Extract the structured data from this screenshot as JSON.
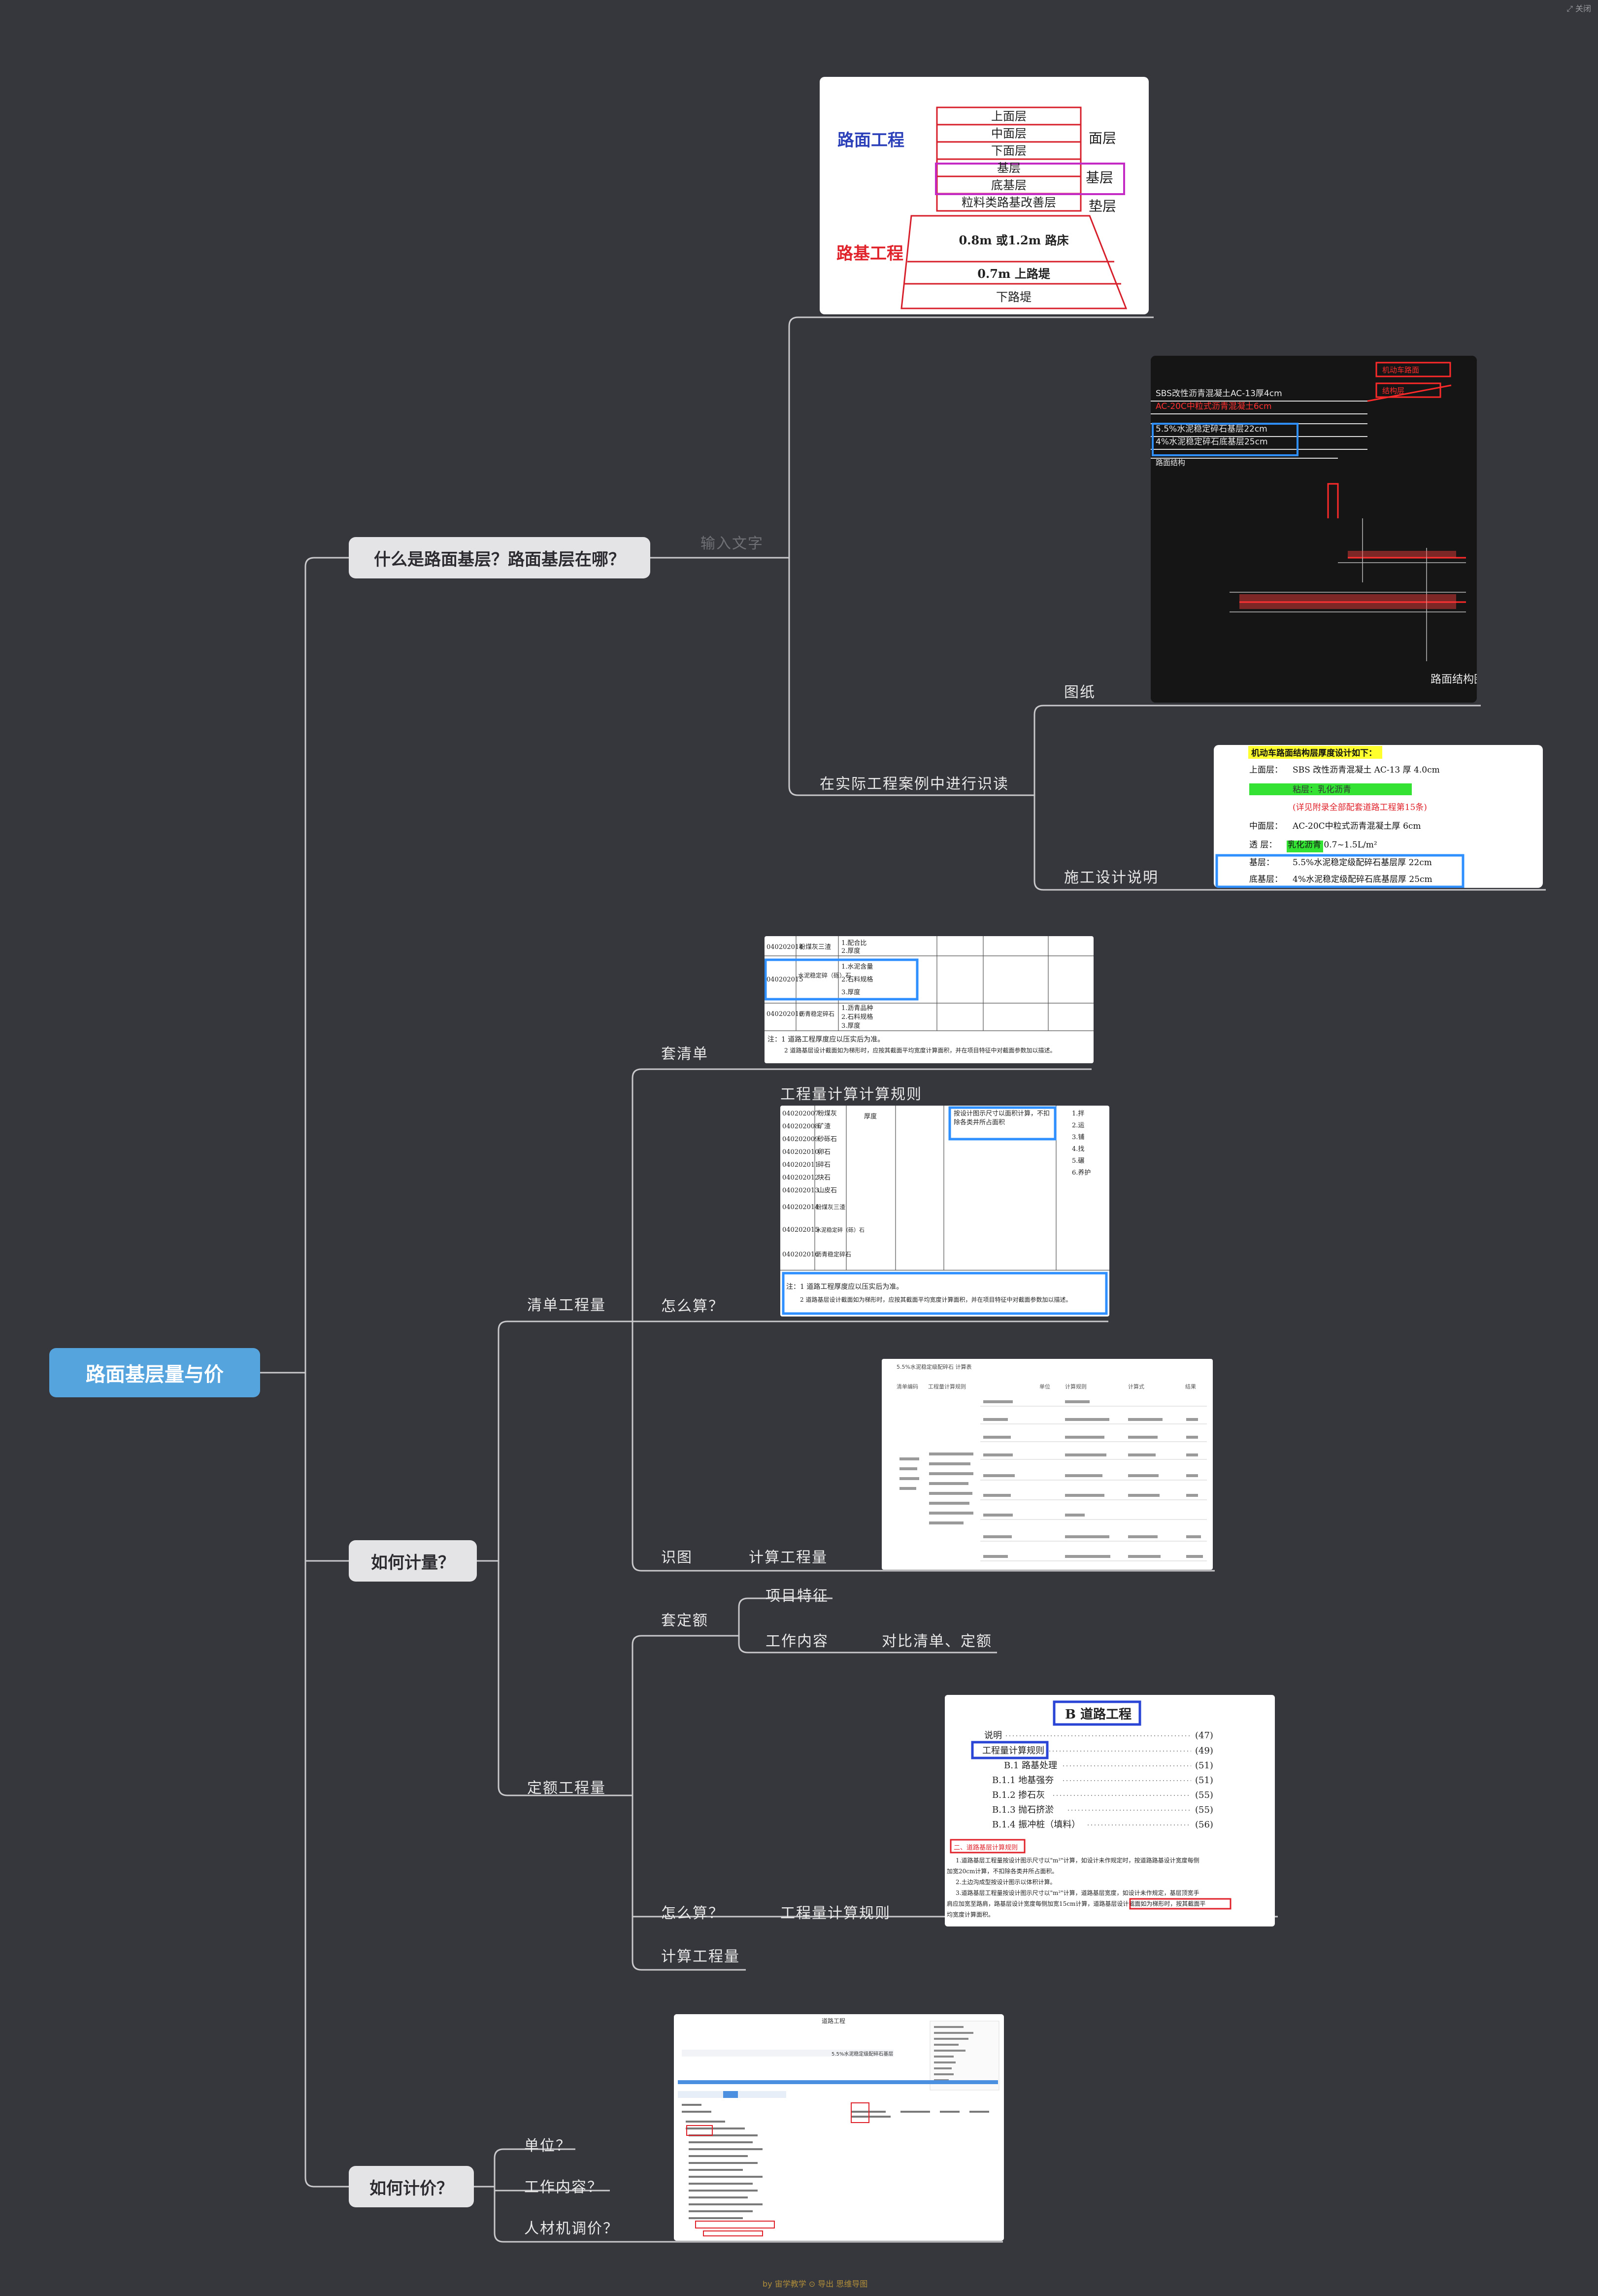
{
  "window": {
    "corner_label": "⤢ 关闭"
  },
  "root": "路面基层量与价",
  "branches": {
    "what": "什么是路面基层？路面基层在哪？",
    "measure": "如何计量？",
    "price": "如何计价？"
  },
  "what_children": {
    "placeholder": "输入文字",
    "case": "在实际工程案例中进行识读",
    "drawing": "图纸",
    "spec": "施工设计说明"
  },
  "measure_children": {
    "bill": "清单工程量",
    "bill_set": "套清单",
    "bill_rules": "工程量计算计算规则",
    "bill_how": "怎么算？",
    "bill_read": "识图",
    "bill_calc": "计算工程量",
    "quota": "定额工程量",
    "quota_set": "套定额",
    "quota_feature": "项目特征",
    "quota_work": "工作内容",
    "quota_compare": "对比清单、定额",
    "quota_how": "怎么算？",
    "quota_rules": "工程量计算规则",
    "quota_calc": "计算工程量"
  },
  "price_children": {
    "unit": "单位？",
    "work": "工作内容？",
    "adjust": "人材机调价？"
  },
  "image_pavement": {
    "left_top": "路面工程",
    "left_bottom": "路基工程",
    "layers": [
      "上面层",
      "中面层",
      "下面层",
      "基层",
      "底基层",
      "粒料类路基改善层"
    ],
    "right_labels": [
      "面层",
      "基层",
      "垫层"
    ],
    "subgrade": [
      "0.8m 或1.2m  路床",
      "0.7m 上路堤",
      "下路堤"
    ]
  },
  "image_drawing": {
    "lines": [
      "SBS改性沥青混凝土AC-13厚4cm",
      "AC-20C中粒式沥青混凝土6cm",
      "5.5%水泥稳定碎石基层22cm",
      "4%水泥稳定碎石底基层25cm",
      "路面结构"
    ],
    "tags": [
      "机动车路面",
      "结构层"
    ]
  },
  "image_spec": {
    "title": "机动车路面结构层厚度设计如下：",
    "rows": [
      [
        "上面层：",
        "SBS 改性沥青混凝土 AC-13 厚 4.0cm"
      ],
      [
        "",
        "粘层：乳化沥青"
      ],
      [
        "",
        "(详见附录全部配套道路工程第15条)"
      ],
      [
        "中面层：",
        "AC-20C中粒式沥青混凝土厚 6cm"
      ],
      [
        "透 层：",
        "乳化沥青 0.7~1.5L/m²"
      ],
      [
        "基层：",
        "5.5%水泥稳定级配碎石基层厚 22cm"
      ],
      [
        "底基层：",
        "4%水泥稳定级配碎石底基层厚 25cm"
      ]
    ]
  },
  "image_bill": {
    "codes": [
      "040202014",
      "040202015",
      "040202016"
    ],
    "names": [
      "粉煤灰三渣",
      "水泥稳定碎（砾）石",
      "沥青稳定碎石"
    ],
    "features": [
      "1.配合比",
      "2.厚度",
      "1.水泥含量",
      "2.石料规格",
      "3.厚度",
      "1.沥青品种",
      "2.石料规格",
      "3.厚度"
    ],
    "notes": [
      "注：1  道路工程厚度应以压实后为准。",
      "2  道路基层设计截面如为梯形时，应按其截面平均宽度计算面积，并在项目特征中对截面参数加以描述。"
    ]
  },
  "image_rules": {
    "codes": [
      "040202007",
      "040202008",
      "040202009",
      "040202010",
      "040202011",
      "040202012",
      "040202013",
      "040202014",
      "040202015",
      "040202016"
    ],
    "names": [
      "粉煤灰",
      "矿渣",
      "砂砾石",
      "卵石",
      "碎石",
      "块石",
      "山皮石",
      "粉煤灰三渣",
      "水泥稳定碎（砾）石",
      "沥青稳定碎石"
    ],
    "feature": "厚度",
    "rule": "按设计图示尺寸以面积计算，不扣除各类井所占面积",
    "side": [
      "1.拌",
      "2.运",
      "3.铺",
      "4.找",
      "5.碾",
      "6.养护"
    ],
    "notes": [
      "注：1  道路工程厚度应以压实后为准。",
      "2  道路基层设计截面如为梯形时，应按其截面平均宽度计算面积，并在项目特征中对截面参数加以描述。"
    ]
  },
  "image_calc": {
    "header": "5.5%水泥稳定级配碎石 计算表",
    "cols": [
      "清单编码",
      "工程量计算规则",
      "单位",
      "计算规则",
      "计算式",
      "结果"
    ]
  },
  "image_quota": {
    "title": "B  道路工程",
    "toc": [
      [
        "说明",
        "(47)"
      ],
      [
        "工程量计算规则",
        "(49)"
      ],
      [
        "B.1  路基处理",
        "(51)"
      ],
      [
        "B.1.1  地基强夯",
        "(51)"
      ],
      [
        "B.1.2  掺石灰",
        "(55)"
      ],
      [
        "B.1.3  抛石挤淤",
        "(55)"
      ],
      [
        "B.1.4  振冲桩（填料）",
        "(56)"
      ]
    ],
    "section": "二、道路基层计算规则",
    "text": [
      "1.道路基层工程量按设计图示尺寸以\"m²\"计算，如设计未作规定时，按道路路基设计宽度每侧",
      "加宽20cm计算，不扣除各类井所占面积。",
      "2.土边沟成型按设计图示以体积计算。",
      "3.道路基层工程量按设计图示尺寸以\"m²\"计算，道路基层宽度，如设计未作规定，基层顶宽手",
      "肩应加宽至路肩，路基层设计宽度每侧加宽15cm计算，道路基层设计截面如为梯形时，按其截面平",
      "均宽度计算面积。"
    ]
  },
  "image_software": {
    "title": "道路工程",
    "item": "5.5%水泥稳定级配碎石基层"
  },
  "footer": "by 宙学教学 ⊙ 导出 思维导图"
}
